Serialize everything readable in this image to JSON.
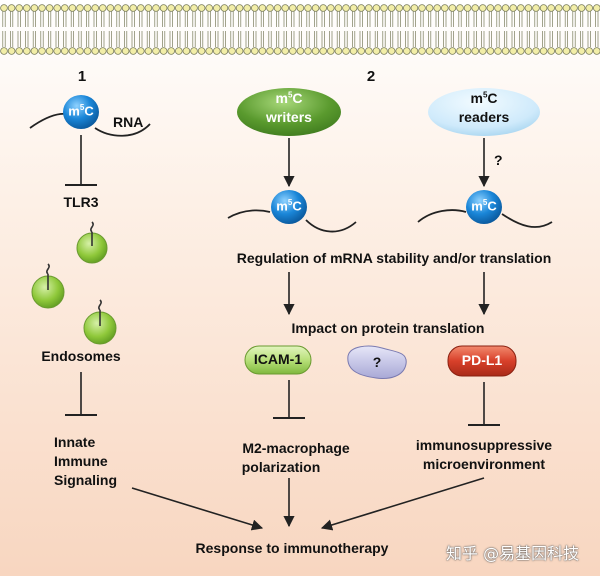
{
  "colors": {
    "background_top": "#ffffff",
    "background_bottom": "#f9dcc8",
    "membrane_head": "#f2eea8",
    "membrane_stroke": "#7a7d5c",
    "m5c_blue": "#1a86d8",
    "writers_green": "#6aa83a",
    "readers_lightblue": "#cfeafb",
    "icam_green": "#b8e07a",
    "unknown_lavender": "#c8c8ea",
    "pdl1_red": "#d8402a",
    "endosome_green": "#8fc83a"
  },
  "panels": {
    "panel1_number": "1",
    "panel2_number": "2"
  },
  "m5c": {
    "prefix": "m",
    "superscript": "5",
    "suffix": "C"
  },
  "left": {
    "rna_label": "RNA",
    "tlr3_label": "TLR3",
    "endosomes_label": "Endosomes",
    "innate_line1": "Innate",
    "innate_line2": "Immune",
    "innate_line3": "Signaling"
  },
  "middle": {
    "writers_label": "writers",
    "icam_label": "ICAM-1",
    "unknown_label": "?",
    "m2_line1": "M2-macrophage",
    "m2_line2": "polarization"
  },
  "right": {
    "readers_label": "readers",
    "question_label": "?",
    "pdl1_label": "PD-L1",
    "immuno_line1": "immunosuppressive",
    "immuno_line2": "microenvironment"
  },
  "shared": {
    "regulation_label": "Regulation of mRNA stability and/or translation",
    "impact_label": "Impact on protein translation",
    "response_label": "Response to immunotherapy"
  },
  "watermark": "知乎 @易基因科技"
}
